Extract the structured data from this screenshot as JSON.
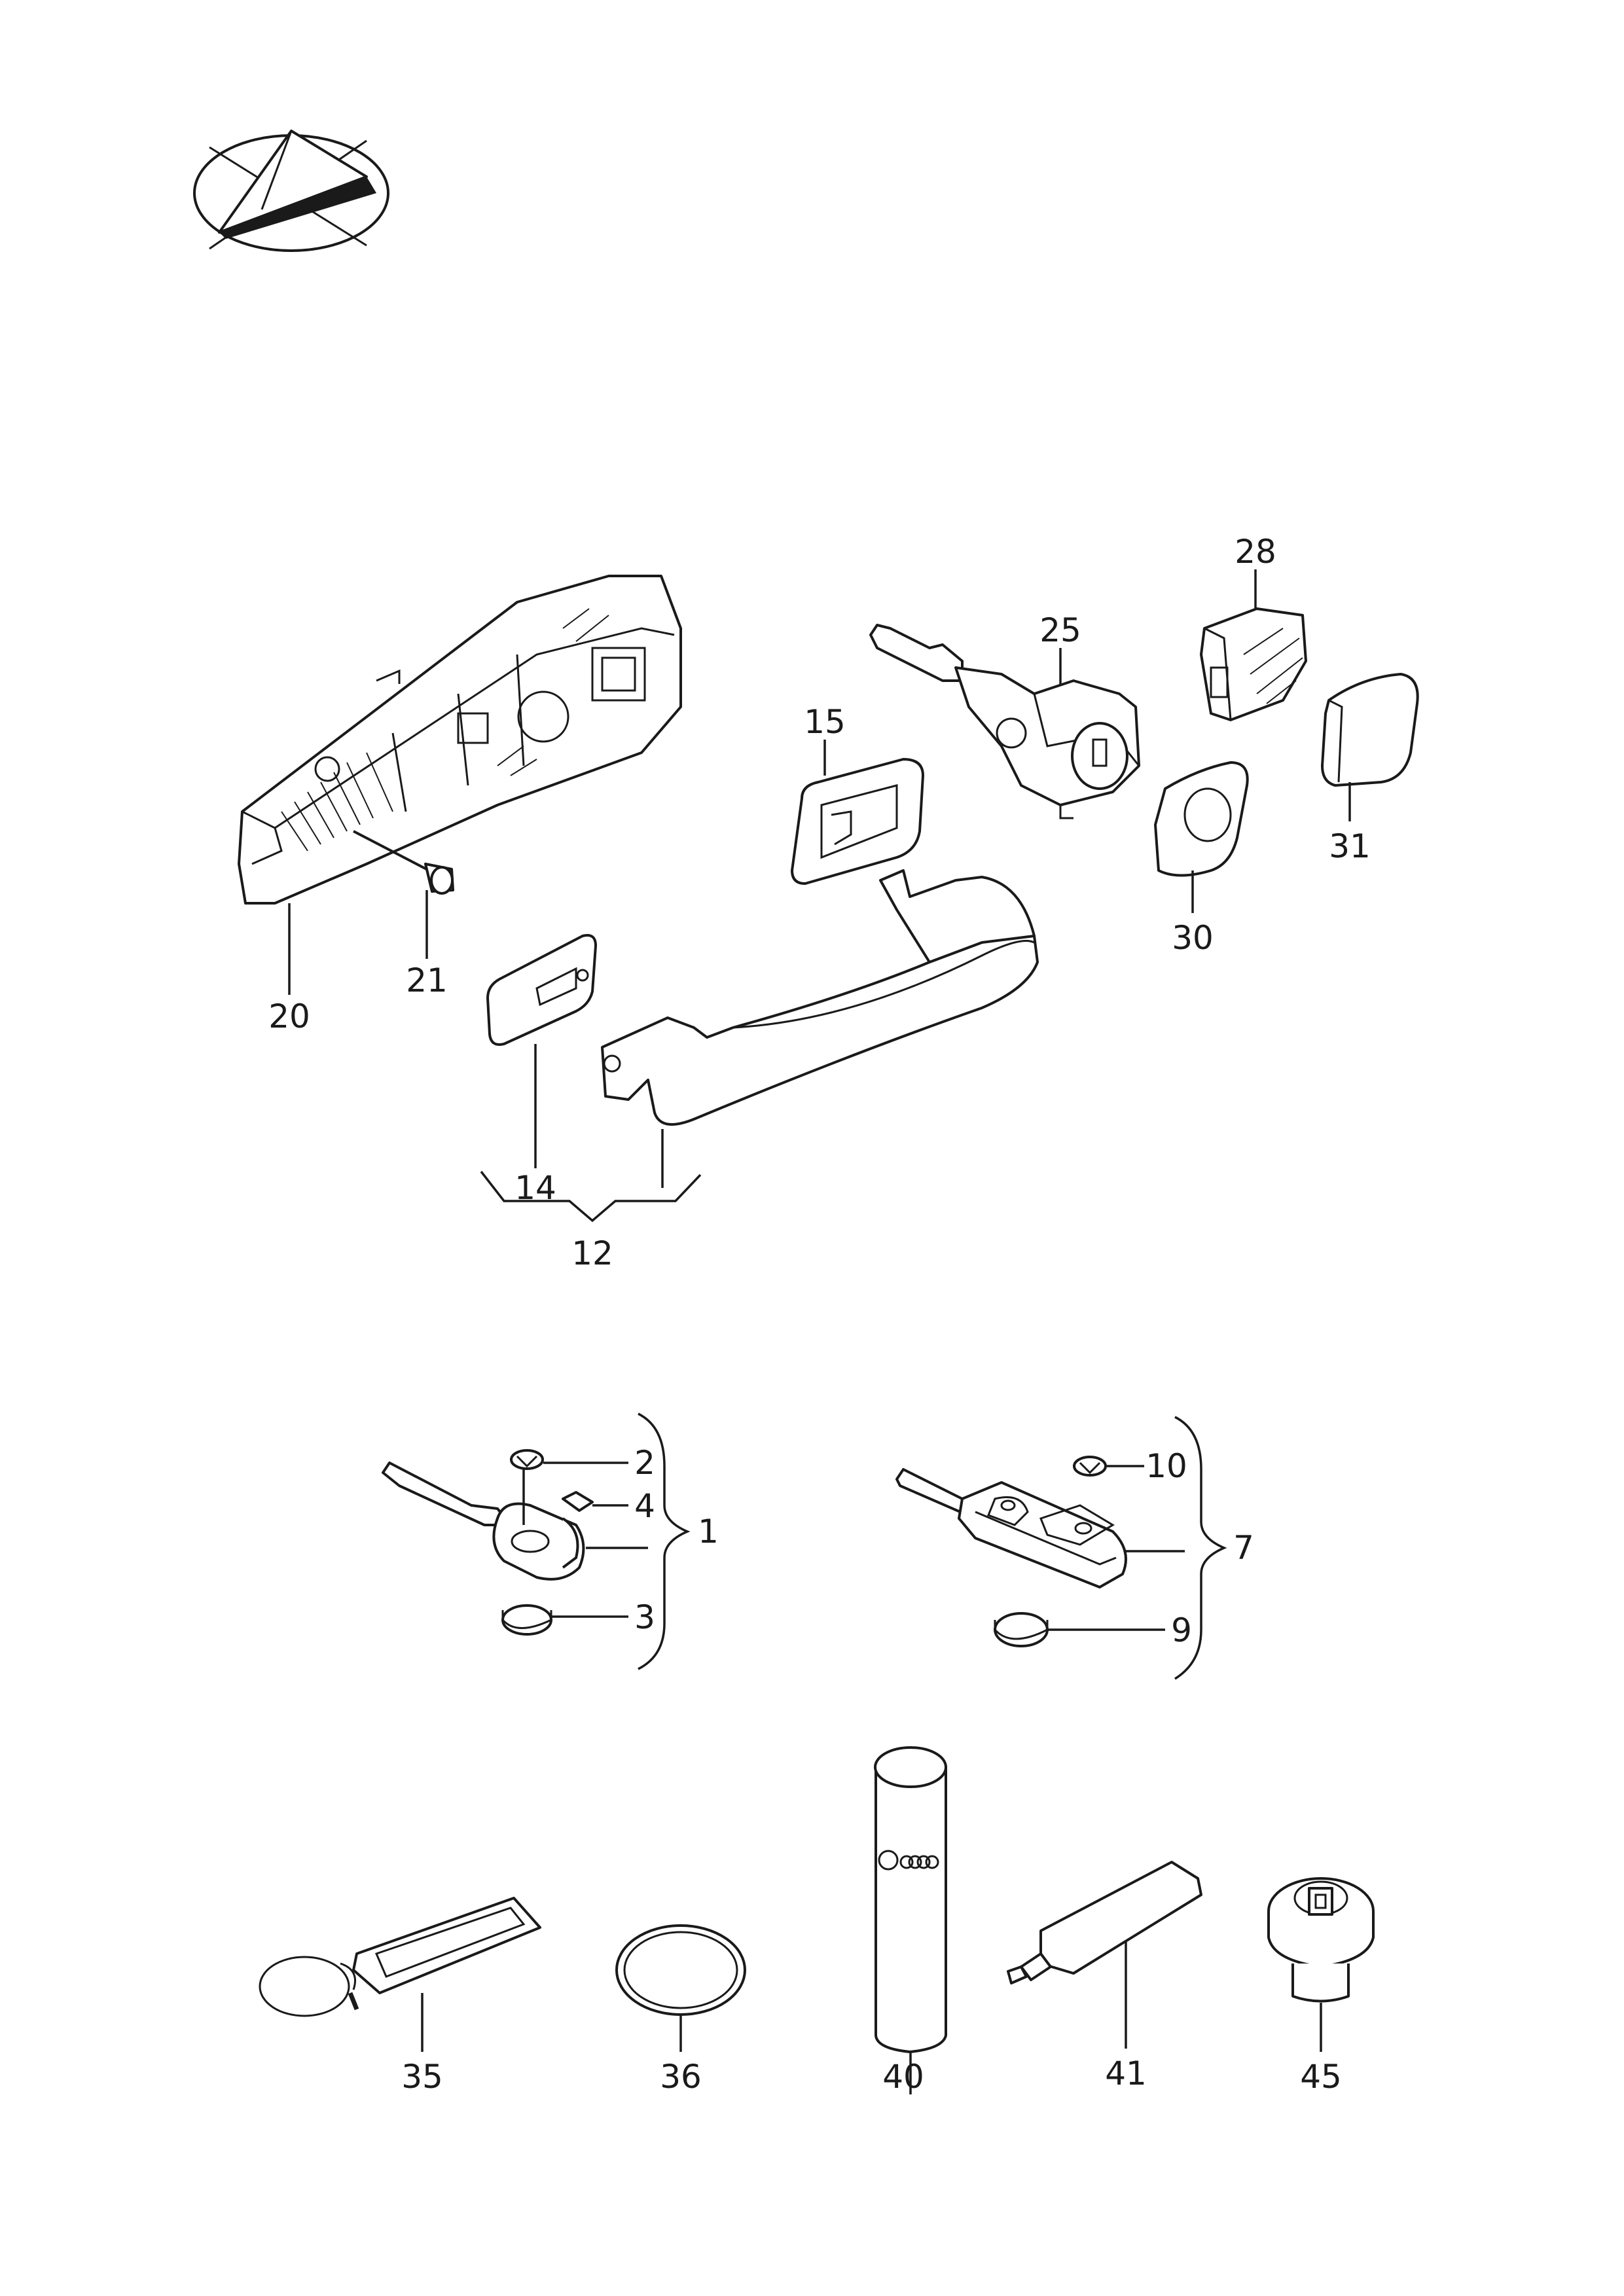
{
  "callouts": {
    "c1": "1",
    "c2": "2",
    "c3": "3",
    "c4": "4",
    "c7": "7",
    "c9": "9",
    "c10": "10",
    "c12": "12",
    "c14": "14",
    "c15": "15",
    "c20": "20",
    "c21": "21",
    "c25": "25",
    "c28": "28",
    "c30": "30",
    "c31": "31",
    "c35": "35",
    "c36": "36",
    "c40": "40",
    "c41": "41",
    "c45": "45"
  }
}
